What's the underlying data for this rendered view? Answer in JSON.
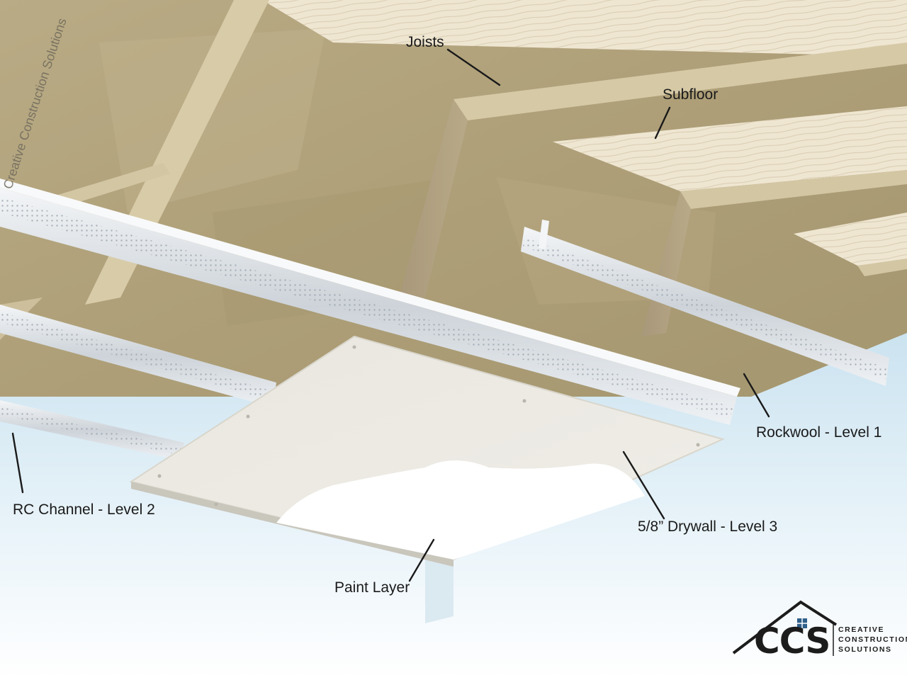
{
  "watermark": "Creative Construction Solutions",
  "labels": {
    "joists": "Joists",
    "subfloor": "Subfloor",
    "rockwool": "Rockwool - Level 1",
    "rc_channel": "RC Channel - Level 2",
    "drywall": "5/8” Drywall - Level 3",
    "paint": "Paint Layer"
  },
  "logo": {
    "mark": "CCS",
    "line1": "CREATIVE",
    "line2": "CONSTRUCTION",
    "line3": "SOLUTIONS"
  },
  "colors": {
    "subfloor": "#efe6d2",
    "joist": "#cdbf9c",
    "rockwool": "#b3a57f",
    "channel": "#e4e8ec",
    "drywall": "#ebe9e2",
    "paint": "#ffffff",
    "wall": "#d6e9f3",
    "logo_accent": "#2f5f8a"
  }
}
